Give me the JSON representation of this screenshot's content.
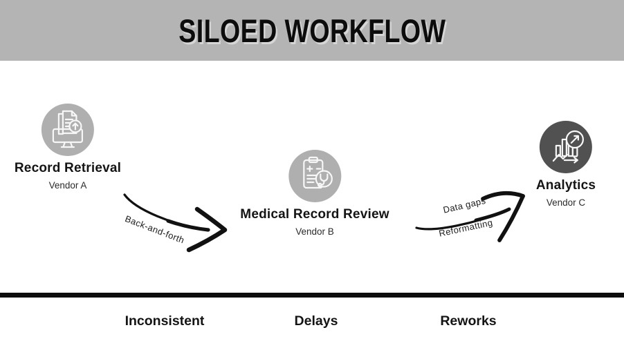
{
  "header": {
    "title": "SILOED WORKFLOW"
  },
  "colors": {
    "header_bg": "#b4b4b4",
    "light_circle": "#afafaf",
    "dark_circle": "#515151",
    "ink": "#0d0d0d"
  },
  "stages": [
    {
      "title": "Record Retrieval",
      "vendor": "Vendor A",
      "icon": "documents-upload-monitor-icon",
      "circle_color": "#afafaf"
    },
    {
      "title": "Medical Record Review",
      "vendor": "Vendor B",
      "icon": "clipboard-stethoscope-icon",
      "circle_color": "#afafaf"
    },
    {
      "title": "Analytics",
      "vendor": "Vendor C",
      "icon": "chart-magnifier-icon",
      "circle_color": "#515151"
    }
  ],
  "arrows": [
    {
      "label": "Back-and-forth"
    },
    {
      "label_top": "Data gaps",
      "label_bottom": "Reformatting"
    }
  ],
  "footer": {
    "issues": [
      "Inconsistent",
      "Delays",
      "Reworks"
    ]
  }
}
